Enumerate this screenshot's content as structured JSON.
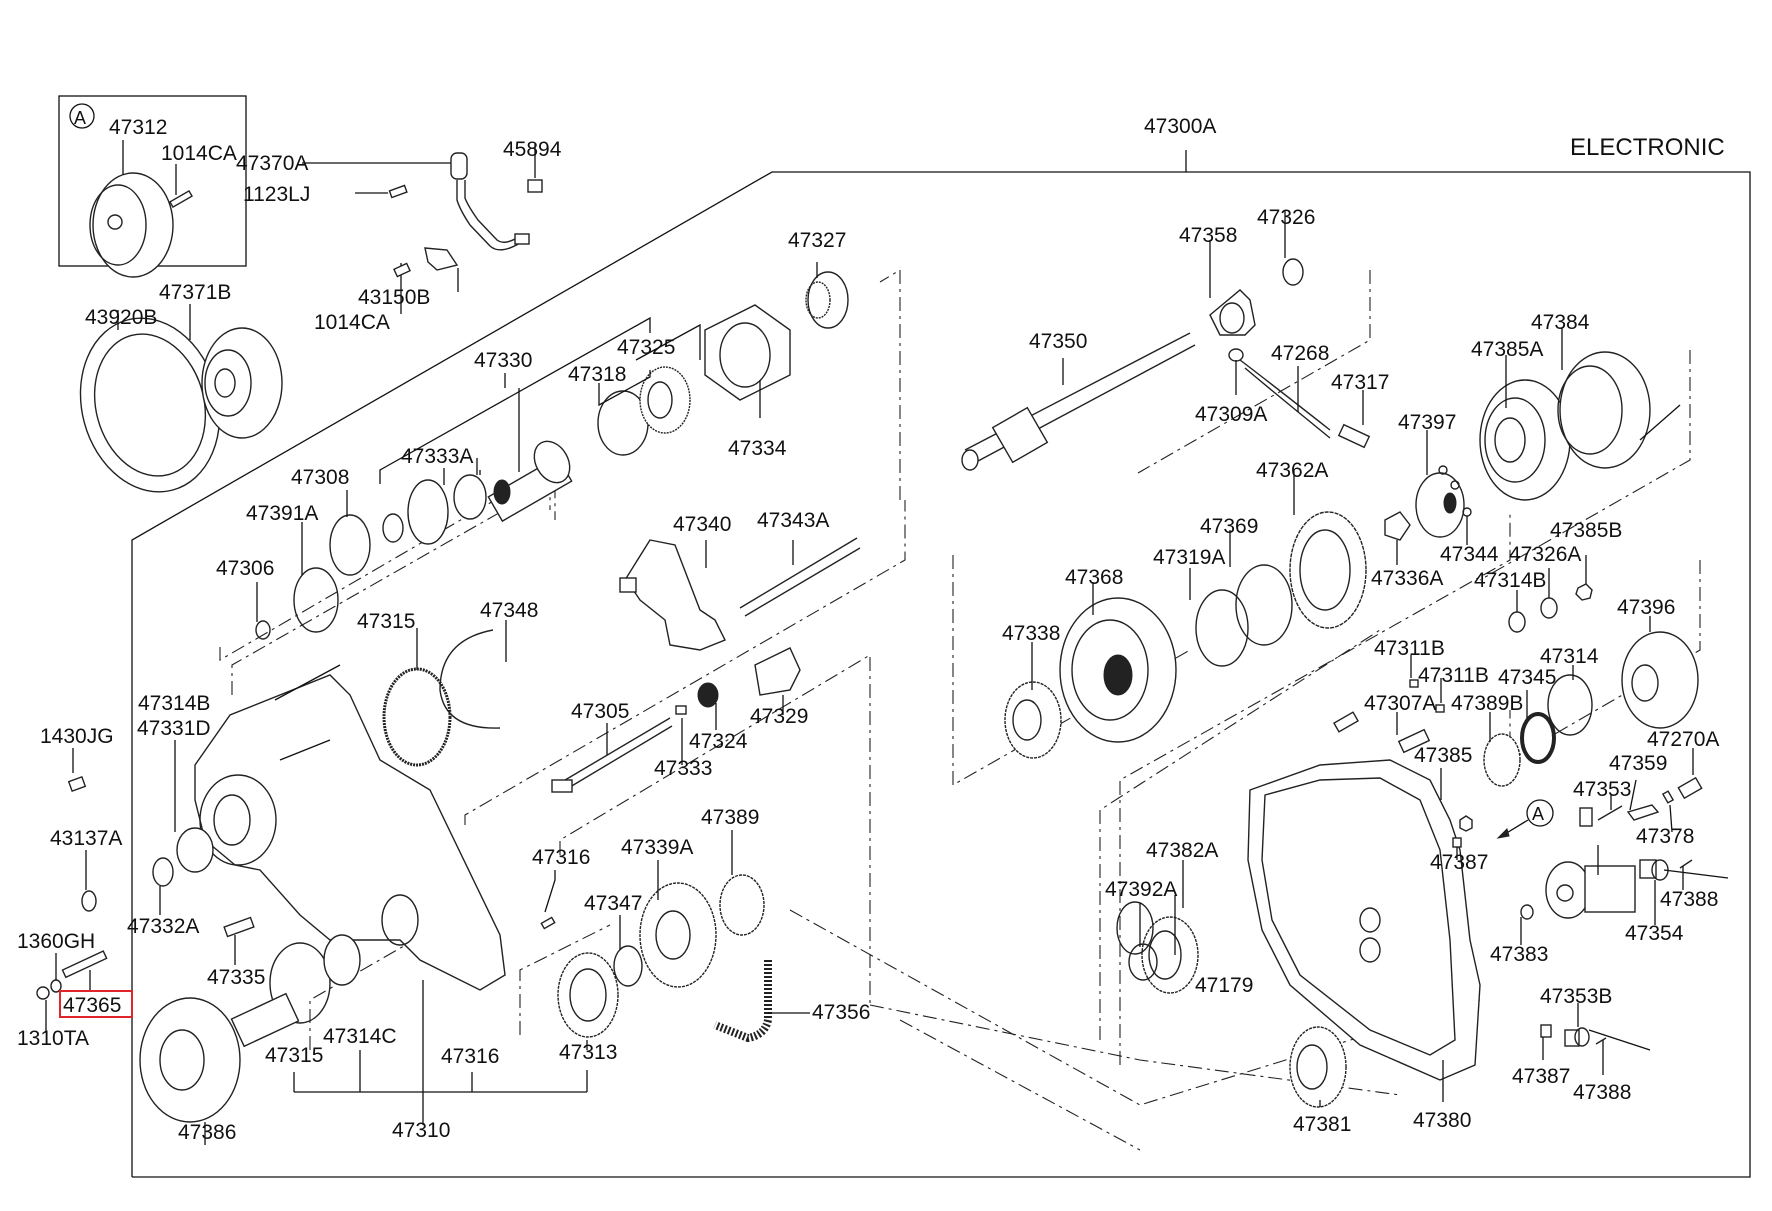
{
  "diagram": {
    "variant_title": "ELECTRONIC",
    "assembly_label": "47300A",
    "highlight_color": "#e0262b",
    "highlighted_part": "47365",
    "inset": {
      "marker": "A",
      "labels": [
        "47312",
        "1014CA"
      ]
    },
    "view_marker": "A",
    "labels": [
      "47312",
      "1014CA",
      "47370A",
      "1123LJ",
      "45894",
      "43150B",
      "1014CA",
      "47371B",
      "43920B",
      "47330",
      "47318",
      "47325",
      "47327",
      "47334",
      "47333A",
      "47308",
      "47391A",
      "47306",
      "47340",
      "47343A",
      "47315",
      "47348",
      "47314B",
      "47331D",
      "1430JG",
      "43137A",
      "1360GH",
      "47365",
      "1310TA",
      "47332A",
      "47335",
      "47305",
      "47324",
      "47333",
      "47329",
      "47316",
      "47339A",
      "47389",
      "47347",
      "47356",
      "47314C",
      "47315",
      "47316",
      "47313",
      "47386",
      "47310",
      "47300A",
      "47358",
      "47326",
      "47350",
      "47268",
      "47317",
      "47309A",
      "47384",
      "47385A",
      "47397",
      "47362A",
      "47369",
      "47319A",
      "47368",
      "47338",
      "47336A",
      "47344",
      "47326A",
      "47385B",
      "47314B",
      "47396",
      "47311B",
      "47311B",
      "47307A",
      "47389B",
      "47345",
      "47314",
      "47385",
      "47270A",
      "47359",
      "47353",
      "47378",
      "47387",
      "47388",
      "47354",
      "47382A",
      "47392A",
      "47179",
      "47383",
      "47353B",
      "47387",
      "47388",
      "47381",
      "47380"
    ]
  }
}
